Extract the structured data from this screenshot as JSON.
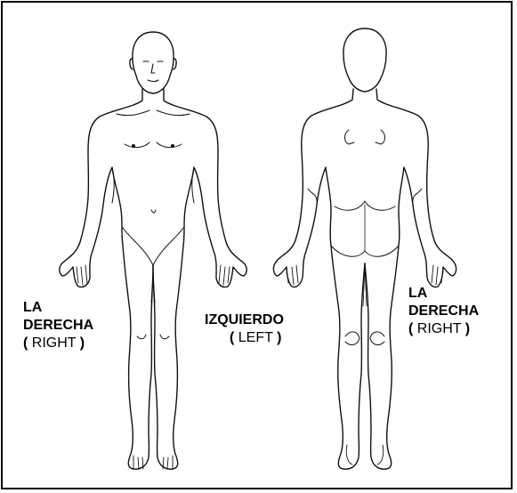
{
  "labels": {
    "right_front": {
      "line1": "LA",
      "line2": "DERECHA",
      "open": "(",
      "word": "RIGHT",
      "close": ")"
    },
    "left": {
      "line1": "IZQUIERDO",
      "open": "(",
      "word": "LEFT",
      "close": ")"
    },
    "right_back": {
      "line1": "LA",
      "line2": "DERECHA",
      "open": "(",
      "word": "RIGHT",
      "close": ")"
    }
  }
}
